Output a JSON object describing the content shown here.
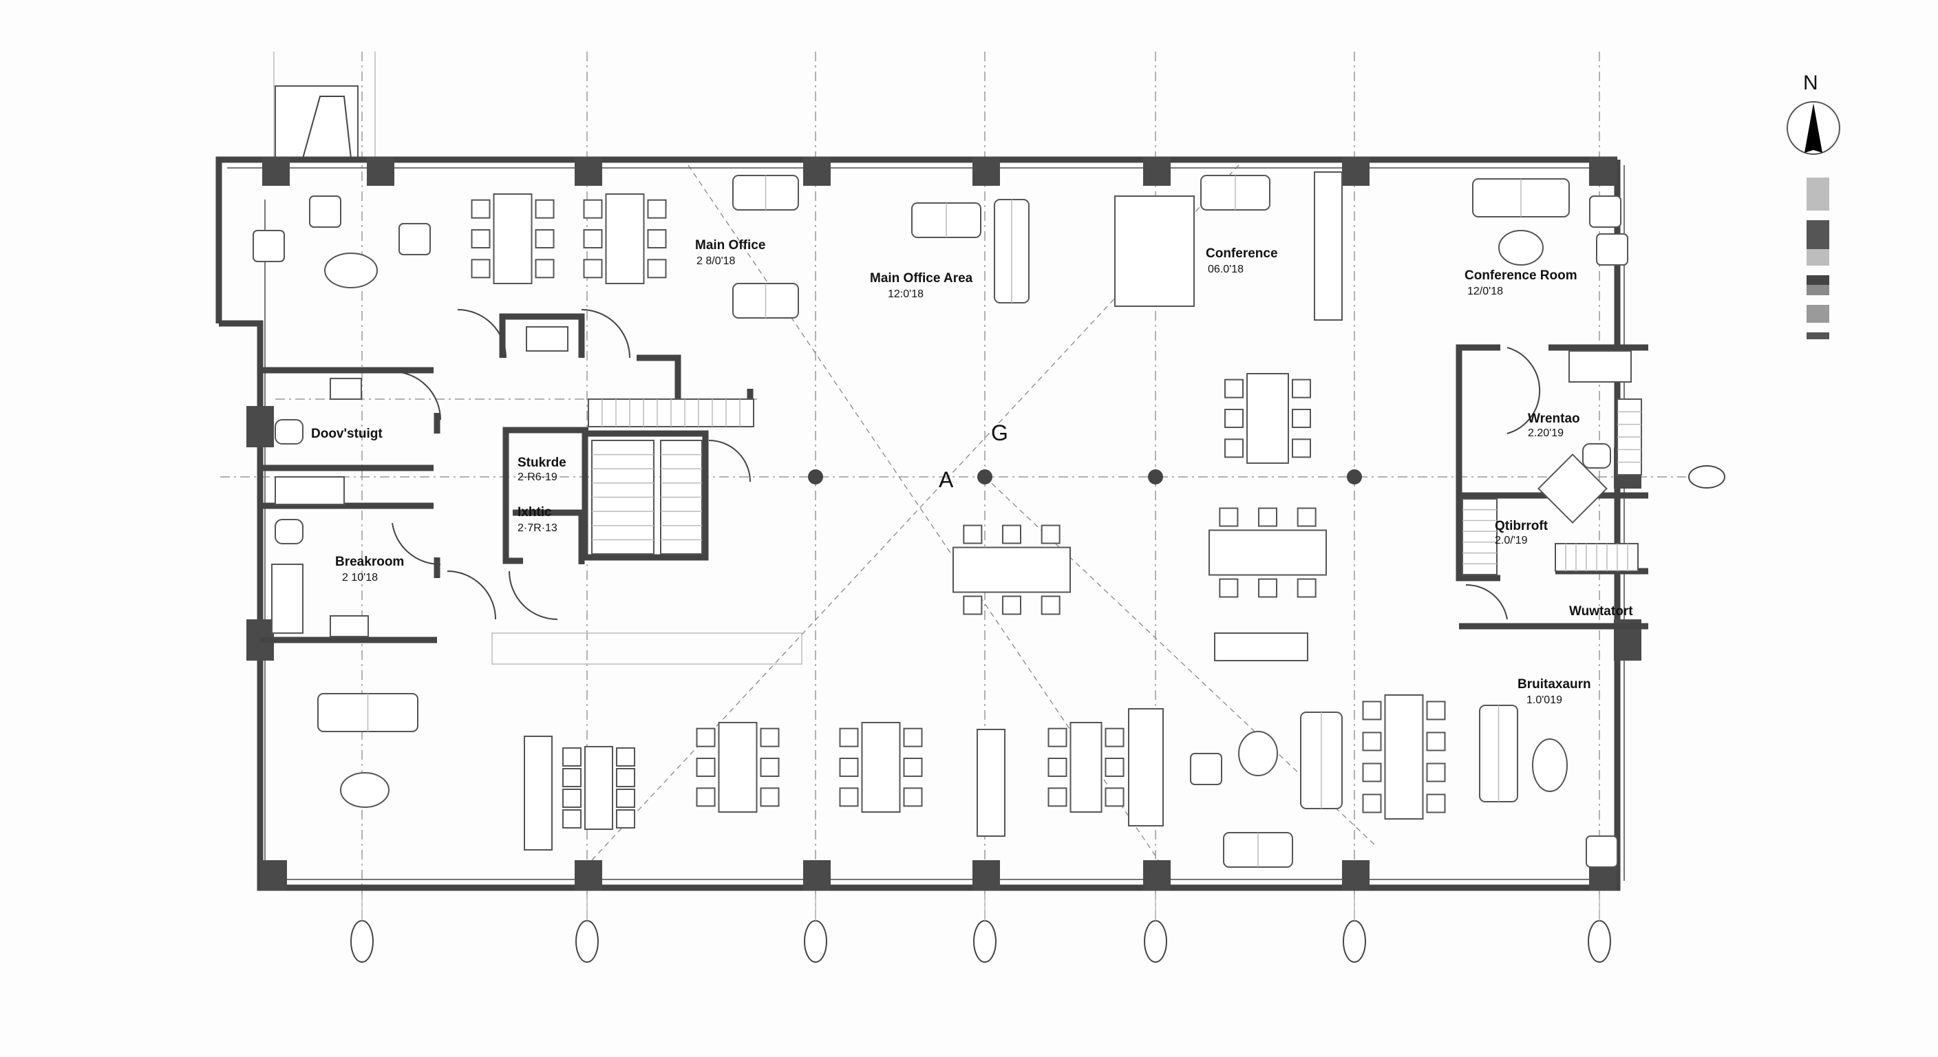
{
  "title": "Office Floor Plan",
  "compass": {
    "label": "N"
  },
  "grid_labels": {
    "g": "G",
    "a": "A"
  },
  "rooms": [
    {
      "name": "Main Office",
      "area": "2 8/0'18"
    },
    {
      "name": "Main Office Area",
      "area": "12:0'18"
    },
    {
      "name": "Conference",
      "area": "06.0'18"
    },
    {
      "name": "Conference Room",
      "area": "12/0'18"
    },
    {
      "name": "Doov'stuigt",
      "area": ""
    },
    {
      "name": "Stukrde",
      "area": "2·R6·19"
    },
    {
      "name": "Ixhtic",
      "area": "2·7R·13"
    },
    {
      "name": "Breakroom",
      "area": "2 10'18"
    },
    {
      "name": "Wrentao",
      "area": "2.20'19"
    },
    {
      "name": "Qtibrroft",
      "area": "2.0/'19"
    },
    {
      "name": "Wuwtatort",
      "area": ""
    },
    {
      "name": "Bruitaxaurn",
      "area": "1.0'019"
    }
  ],
  "legend": {
    "swatches": [
      "#bdbdbd",
      "#555555",
      "#bdbdbd",
      "#444444",
      "#8a8a8a",
      "#9a9a9a",
      "#555555"
    ]
  }
}
